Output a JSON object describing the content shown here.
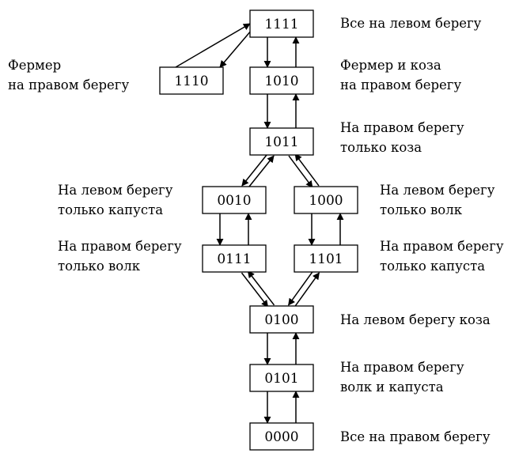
{
  "states": [
    {
      "id": "s1111",
      "code": "1111"
    },
    {
      "id": "s1110",
      "code": "1110"
    },
    {
      "id": "s1010",
      "code": "1010"
    },
    {
      "id": "s1011",
      "code": "1011"
    },
    {
      "id": "s0010",
      "code": "0010"
    },
    {
      "id": "s1000",
      "code": "1000"
    },
    {
      "id": "s0111",
      "code": "0111"
    },
    {
      "id": "s1101",
      "code": "1101"
    },
    {
      "id": "s0100",
      "code": "0100"
    },
    {
      "id": "s0101",
      "code": "0101"
    },
    {
      "id": "s0000",
      "code": "0000"
    }
  ],
  "captions": {
    "s1111": [
      "Все на левом берегу"
    ],
    "s1110": [
      "Фермер",
      "на правом берегу"
    ],
    "s1010": [
      "Фермер и коза",
      "на правом берегу"
    ],
    "s1011": [
      "На правом берегу",
      "только коза"
    ],
    "s0010": [
      "На левом берегу",
      "только капуста"
    ],
    "s1000": [
      "На левом берегу",
      "только волк"
    ],
    "s0111": [
      "На правом берегу",
      "только волк"
    ],
    "s1101": [
      "На правом берегу",
      "только капуста"
    ],
    "s0100": [
      "На левом берегу коза"
    ],
    "s0101": [
      "На правом берегу",
      "волк и капуста"
    ],
    "s0000": [
      "Все на правом берегу"
    ]
  },
  "transitions": [
    [
      "s1111",
      "s1110"
    ],
    [
      "s1110",
      "s1111"
    ],
    [
      "s1111",
      "s1010"
    ],
    [
      "s1010",
      "s1111"
    ],
    [
      "s1010",
      "s1011"
    ],
    [
      "s1011",
      "s1010"
    ],
    [
      "s1011",
      "s0010"
    ],
    [
      "s0010",
      "s1011"
    ],
    [
      "s1011",
      "s1000"
    ],
    [
      "s1000",
      "s1011"
    ],
    [
      "s0010",
      "s0111"
    ],
    [
      "s0111",
      "s0010"
    ],
    [
      "s1000",
      "s1101"
    ],
    [
      "s1101",
      "s1000"
    ],
    [
      "s0111",
      "s0100"
    ],
    [
      "s0100",
      "s0111"
    ],
    [
      "s1101",
      "s0100"
    ],
    [
      "s0100",
      "s1101"
    ],
    [
      "s0100",
      "s0101"
    ],
    [
      "s0101",
      "s0100"
    ],
    [
      "s0101",
      "s0000"
    ],
    [
      "s0000",
      "s0101"
    ]
  ]
}
